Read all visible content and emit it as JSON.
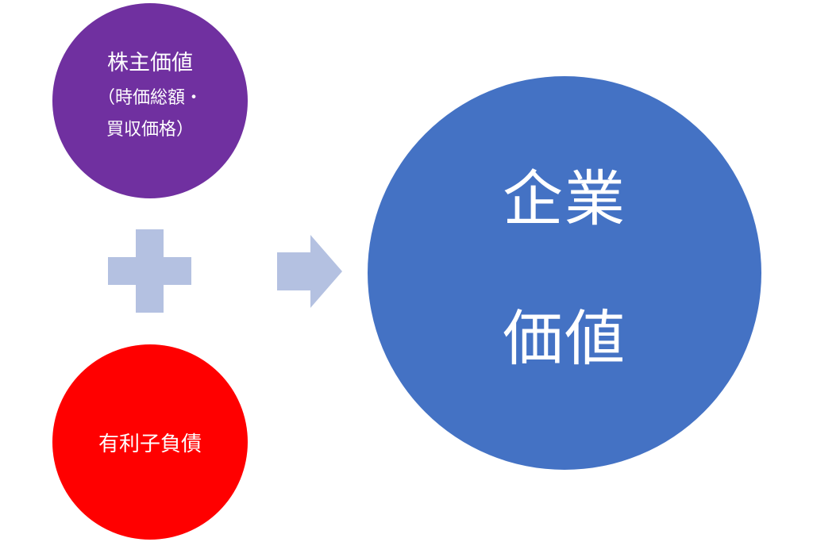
{
  "colors": {
    "equity": "#7030a0",
    "debt": "#ff0000",
    "enterprise_value": "#4472c4",
    "operator": "#b4c1e1"
  },
  "equity": {
    "title": "株主価値",
    "detail_line1": "（時価総額・",
    "detail_line2": "買収価格）"
  },
  "debt": {
    "title": "有利子負債"
  },
  "enterprise_value": {
    "line1": "企業",
    "line2": "価値"
  },
  "operators": {
    "plus": "plus-icon",
    "arrow": "arrow-right-icon"
  }
}
